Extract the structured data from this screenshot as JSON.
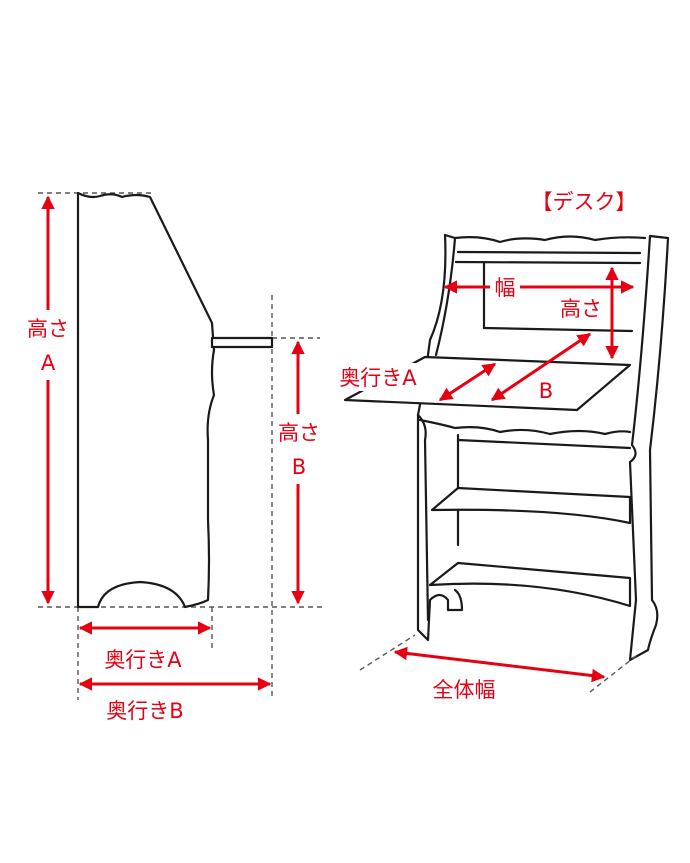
{
  "colors": {
    "accent": "#e60012",
    "line": "#1a1a1a"
  },
  "side_view": {
    "height_a": {
      "line1": "高さ",
      "line2": "A"
    },
    "height_b": {
      "line1": "高さ",
      "line2": "B"
    },
    "depth_a": "奥行きA",
    "depth_b": "奥行きB"
  },
  "desk_view": {
    "title": "【デスク】",
    "width": "幅",
    "height": "高さ",
    "depth_a": "奥行きA",
    "depth_b": "B",
    "overall_width": "全体幅"
  }
}
